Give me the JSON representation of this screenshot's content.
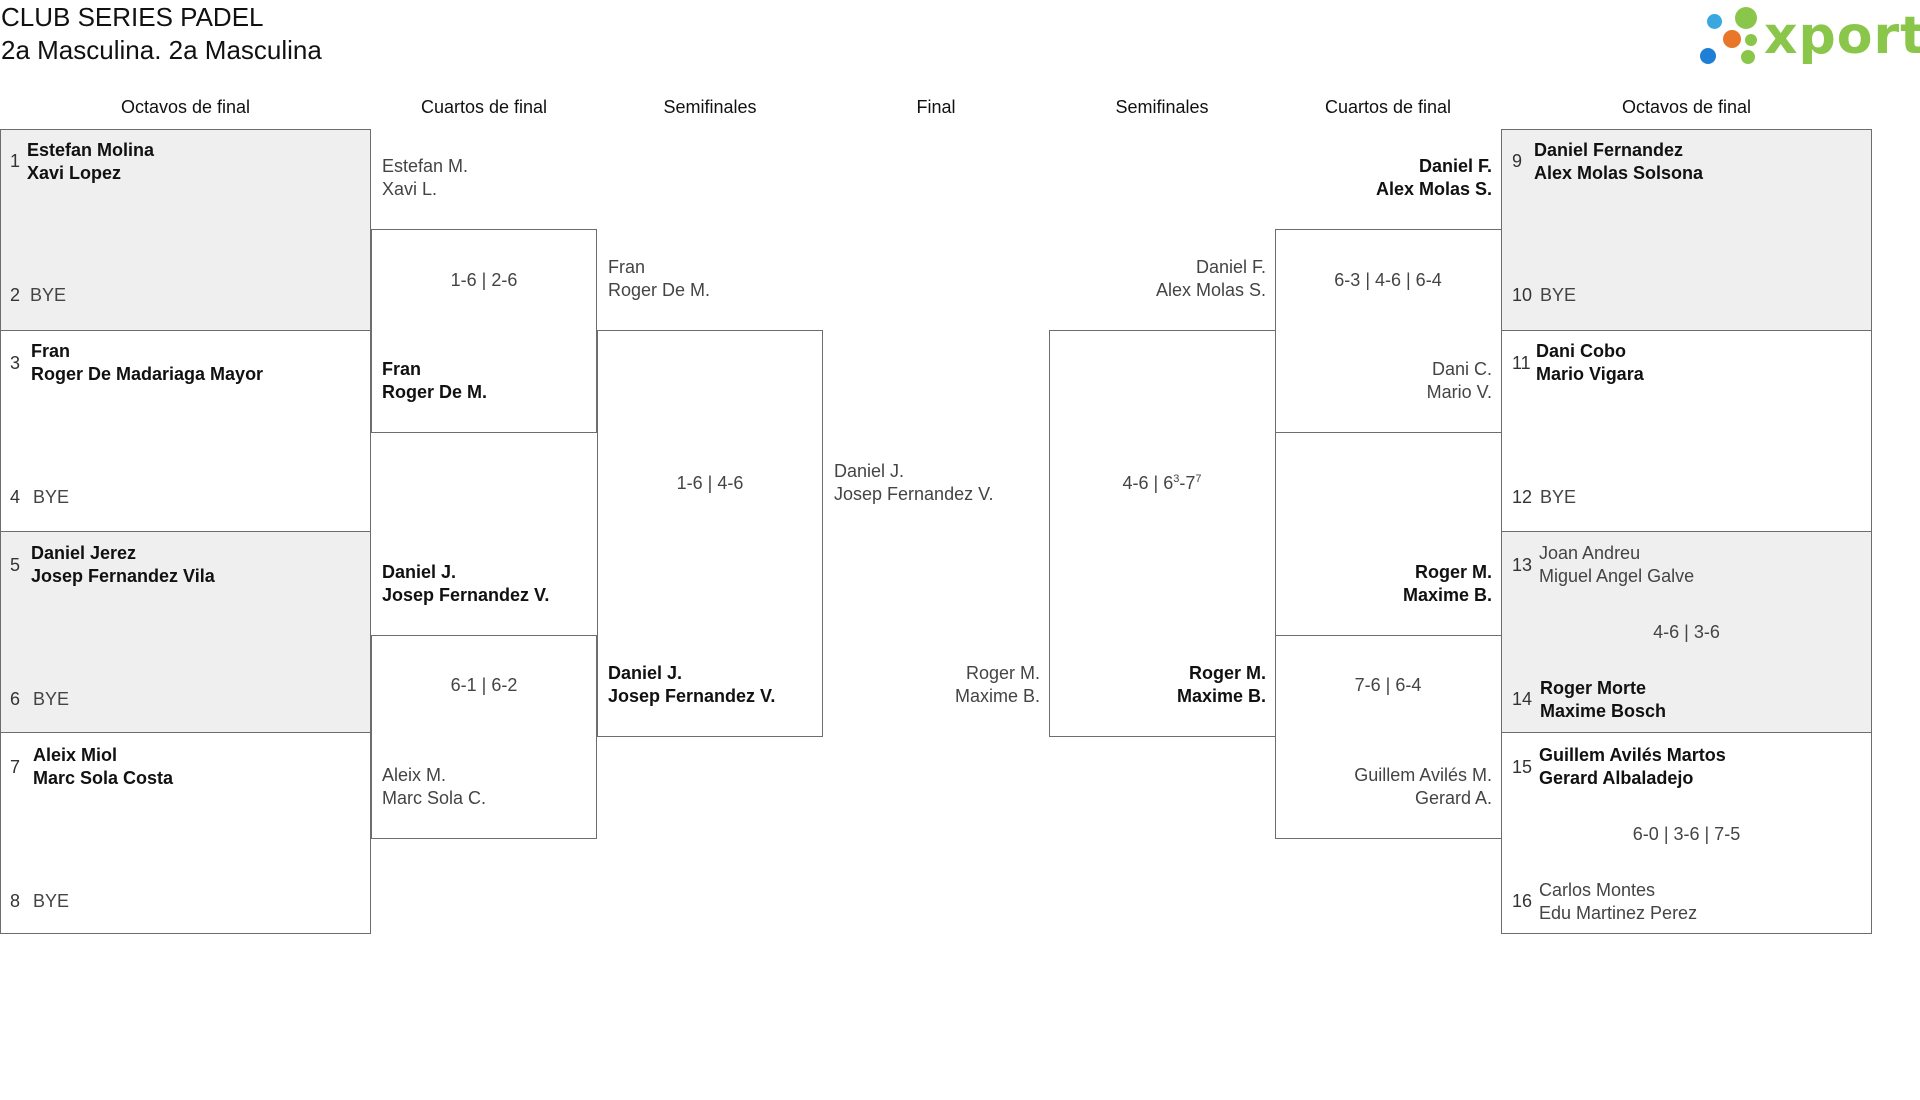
{
  "header": {
    "title": "CLUB SERIES PADEL",
    "subtitle": "2a Masculina. 2a Masculina"
  },
  "logo": {
    "text": "xporty",
    "dot_colors": [
      "#3aa8e0",
      "#8ac64a",
      "#e8772a",
      "#1f7fd6",
      "#8ac64a",
      "#8ac64a"
    ]
  },
  "columns": [
    "Octavos de final",
    "Cuartos de final",
    "Semifinales",
    "Final",
    "Semifinales",
    "Cuartos de final",
    "Octavos de final"
  ],
  "left": {
    "r16": [
      {
        "seed_a": "1",
        "team_a_l1": "Estefan Molina",
        "team_a_l2": "Xavi Lopez",
        "seed_b": "2",
        "team_b": "BYE"
      },
      {
        "seed_a": "3",
        "team_a_l1": "Fran",
        "team_a_l2": "Roger De Madariaga Mayor",
        "seed_b": "4",
        "team_b": "BYE"
      },
      {
        "seed_a": "5",
        "team_a_l1": "Daniel Jerez",
        "team_a_l2": "Josep Fernandez Vila",
        "seed_b": "6",
        "team_b": "BYE"
      },
      {
        "seed_a": "7",
        "team_a_l1": "Aleix Miol",
        "team_a_l2": "Marc Sola Costa",
        "seed_b": "8",
        "team_b": "BYE"
      }
    ],
    "qf": [
      {
        "a_l1": "Estefan M.",
        "a_l2": "Xavi L.",
        "score": "1-6 | 2-6",
        "b_l1": "Fran",
        "b_l2": "Roger De M."
      },
      {
        "a_l1": "Daniel J.",
        "a_l2": "Josep Fernandez V.",
        "score": "6-1 | 6-2",
        "b_l1": "Aleix M.",
        "b_l2": "Marc Sola C."
      }
    ],
    "sf": {
      "a_l1": "Fran",
      "a_l2": "Roger De M.",
      "score": "1-6 | 4-6",
      "b_l1": "Daniel J.",
      "b_l2": "Josep Fernandez V."
    }
  },
  "final": {
    "a_l1": "Daniel J.",
    "a_l2": "Josep Fernandez V.",
    "b_l1": "Roger M.",
    "b_l2": "Maxime B."
  },
  "right": {
    "r16": [
      {
        "seed_a": "9",
        "team_a_l1": "Daniel Fernandez",
        "team_a_l2": "Alex Molas Solsona",
        "seed_b": "10",
        "team_b": "BYE"
      },
      {
        "seed_a": "11",
        "team_a_l1": "Dani Cobo",
        "team_a_l2": "Mario Vigara",
        "seed_b": "12",
        "team_b": "BYE"
      },
      {
        "seed_a": "13",
        "team_a_l1": "Joan Andreu",
        "team_a_l2": "Miguel Angel Galve",
        "score": "4-6 | 3-6",
        "seed_b": "14",
        "team_b_l1": "Roger Morte",
        "team_b_l2": "Maxime Bosch"
      },
      {
        "seed_a": "15",
        "team_a_l1": "Guillem Avilés Martos",
        "team_a_l2": "Gerard Albaladejo",
        "score": "6-0 | 3-6 | 7-5",
        "seed_b": "16",
        "team_b_l1": "Carlos Montes",
        "team_b_l2": "Edu Martinez Perez"
      }
    ],
    "qf": [
      {
        "a_l1": "Daniel F.",
        "a_l2": "Alex Molas S.",
        "score": "6-3 | 4-6 | 6-4",
        "b_l1": "Dani C.",
        "b_l2": "Mario V."
      },
      {
        "a_l1": "Roger M.",
        "a_l2": "Maxime B.",
        "score": "7-6 | 6-4",
        "b_l1": "Guillem Avilés M.",
        "b_l2": "Gerard A."
      }
    ],
    "sf": {
      "a_l1": "Daniel F.",
      "a_l2": "Alex Molas S.",
      "score_main": "4-6 | 6",
      "score_sup1": "3",
      "score_mid": "-7",
      "score_sup2": "7",
      "b_l1": "Roger M.",
      "b_l2": "Maxime B."
    }
  }
}
